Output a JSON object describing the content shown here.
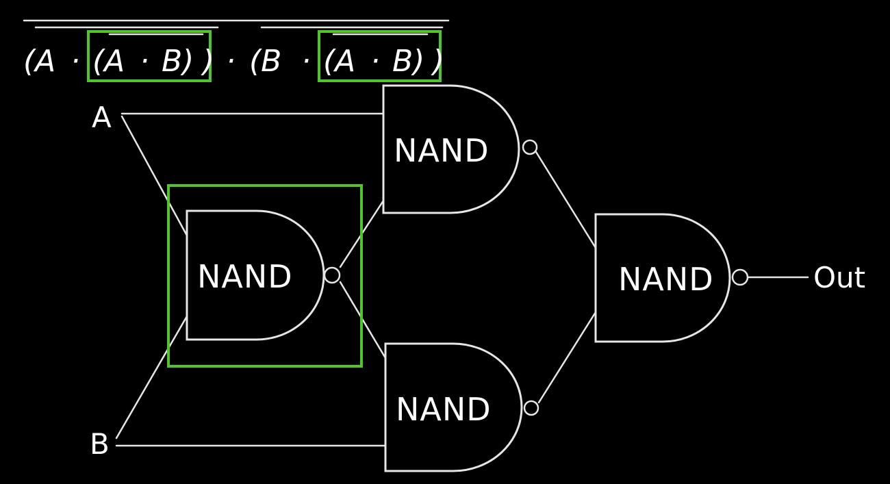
{
  "expression": {
    "tokens": [
      "(A",
      "·",
      "(A",
      "·",
      "B)",
      ")",
      "·",
      "(B",
      "·",
      "(A",
      "·",
      "B)",
      ")"
    ],
    "highlight_color": "#4fc72b"
  },
  "inputs": {
    "a": "A",
    "b": "B"
  },
  "output": "Out",
  "gates": {
    "g1": "NAND",
    "g2": "NAND",
    "g3": "NAND",
    "g4": "NAND"
  },
  "colors": {
    "background": "#000000",
    "lines": "#e6e6e6",
    "highlight": "#4fc72b"
  }
}
